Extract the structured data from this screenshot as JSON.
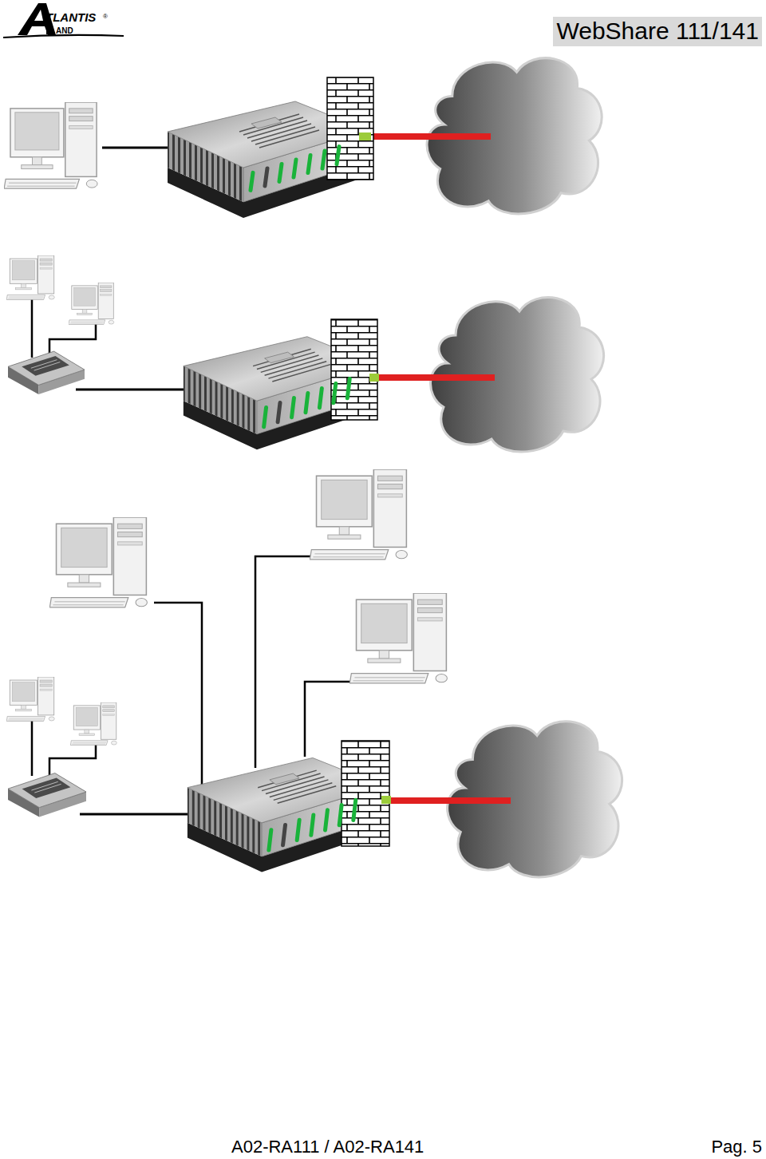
{
  "diagram": {
    "title": "WebShare 111/141",
    "labels": [
      "TLANTIS",
      "AND",
      "®",
      "A02-RA111 / A02-RA141",
      "Pag. 5"
    ]
  }
}
